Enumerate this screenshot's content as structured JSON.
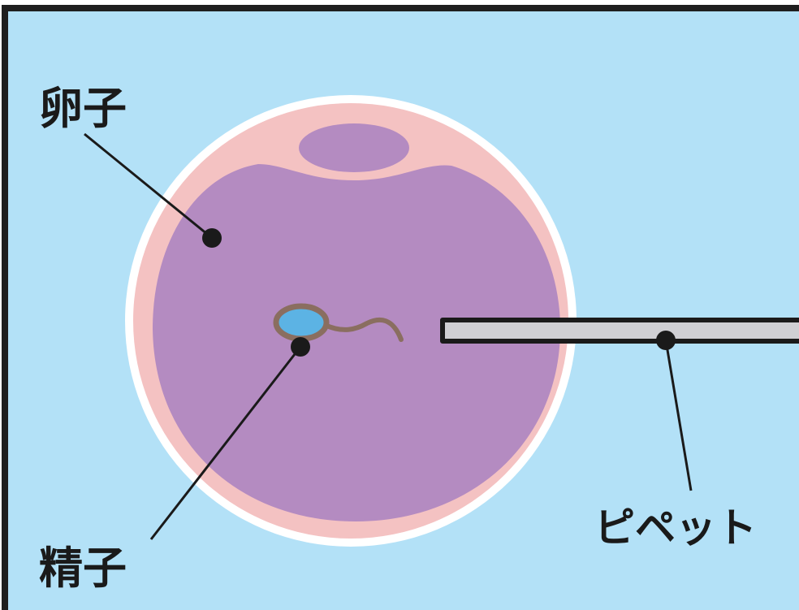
{
  "labels": {
    "egg": "卵子",
    "sperm": "精子",
    "pipette": "ピペット"
  },
  "colors": {
    "background": "#b3e1f7",
    "frame": "#1f1f1f",
    "zona_white": "#ffffff",
    "perivitelline": "#f4c2c2",
    "cytoplasm": "#b48bc1",
    "sperm_head": "#5cb3e4",
    "sperm_outline": "#8a6e60",
    "pipette_fill": "#cfcfd3",
    "pipette_edge": "#1a1a1a",
    "leader_line": "#1a1a1a"
  }
}
